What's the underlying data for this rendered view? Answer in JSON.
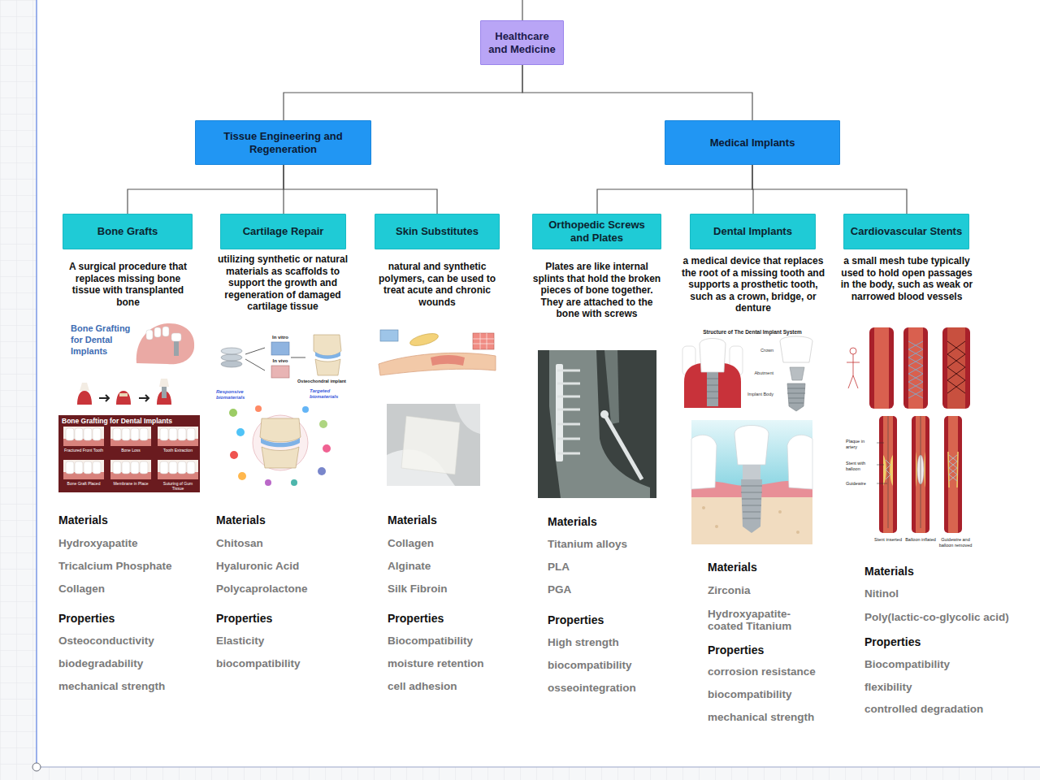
{
  "diagram": {
    "nodes": [
      {
        "text": [
          "Healthcare and Medicine"
        ]
      },
      {
        "text": [
          "Tissue Engineering and Regeneration"
        ]
      },
      {
        "text": [
          "Medical Implants"
        ]
      },
      {
        "text": [
          "Bone Grafts"
        ]
      },
      {
        "text": [
          "Cartilage Repair"
        ]
      },
      {
        "text": [
          "Skin Substitutes"
        ]
      },
      {
        "text": [
          "Orthopedic Screws and Plates"
        ]
      },
      {
        "text": [
          "Dental Implants"
        ]
      },
      {
        "text": [
          "Cardiovascular Stents"
        ]
      }
    ],
    "edges": [
      {
        "from": 0,
        "to": 1,
        "arrow": "none"
      },
      {
        "from": 0,
        "to": 2,
        "arrow": "none"
      },
      {
        "from": 1,
        "to": 3,
        "arrow": "none"
      },
      {
        "from": 1,
        "to": 4,
        "arrow": "none"
      },
      {
        "from": 1,
        "to": 5,
        "arrow": "none"
      },
      {
        "from": 2,
        "to": 6,
        "arrow": "none"
      },
      {
        "from": 2,
        "to": 7,
        "arrow": "none"
      },
      {
        "from": 2,
        "to": 8,
        "arrow": "none"
      }
    ],
    "labels": [
      "A surgical procedure that replaces missing bone tissue with transplanted bone",
      "utilizing synthetic or natural materials as scaffolds to support the growth and regeneration of damaged cartilage tissue",
      "natural and synthetic polymers, can be used to treat acute and chronic wounds",
      "Plates are like internal splints that hold the broken pieces of bone together. They are attached to the bone with screws",
      "a medical device that replaces the root of a missing tooth and supports a prosthetic tooth, such as a crown, bridge, or denture",
      "a small mesh tube typically used to hold open passages in the body, such as weak or narrowed blood vessels",
      "Materials",
      "Hydroxyapatite",
      "Tricalcium Phosphate",
      "Collagen",
      "Properties",
      "Osteoconductivity",
      "biodegradability",
      "mechanical strength",
      "Materials",
      "Chitosan",
      "Hyaluronic Acid",
      "Polycaprolactone",
      "Properties",
      "Elasticity",
      "biocompatibility",
      "Materials",
      "Collagen",
      "Alginate",
      "Silk Fibroin",
      "Properties",
      "Biocompatibility",
      "moisture retention",
      "cell adhesion",
      "Materials",
      "Titanium alloys",
      "PLA",
      "PGA",
      "Properties",
      "High strength",
      "biocompatibility",
      "osseointegration",
      "Materials",
      "Zirconia",
      "Hydroxyapatite-coated Titanium",
      "Properties",
      "corrosion resistance",
      "biocompatibility",
      "mechanical strength",
      "Materials",
      "Nitinol",
      "Poly(lactic-co-glycolic acid)",
      "Properties",
      "Biocompatibility",
      "flexibility",
      "controlled degradation",
      "Bone Grafting for Dental Implants",
      "Bone Grafting for Dental Implants",
      "In vitro",
      "In vivo",
      "Osteochondral implant",
      "Responsive biomaterials",
      "Targeted biomaterials",
      "Structure of The Dental Implant System",
      "Crown",
      "Abutment",
      "Implant Body",
      "Plaque in artery",
      "Stent with balloon",
      "Guidewire",
      "Stent inserted",
      "Balloon inflated",
      "Guidewire and balloon removed",
      "Fractured Front Tooth",
      "Bone Loss",
      "Tooth Extraction",
      "Bone Graft Placed",
      "Membrane in Place",
      "Suturing of Gum Tissue"
    ]
  }
}
